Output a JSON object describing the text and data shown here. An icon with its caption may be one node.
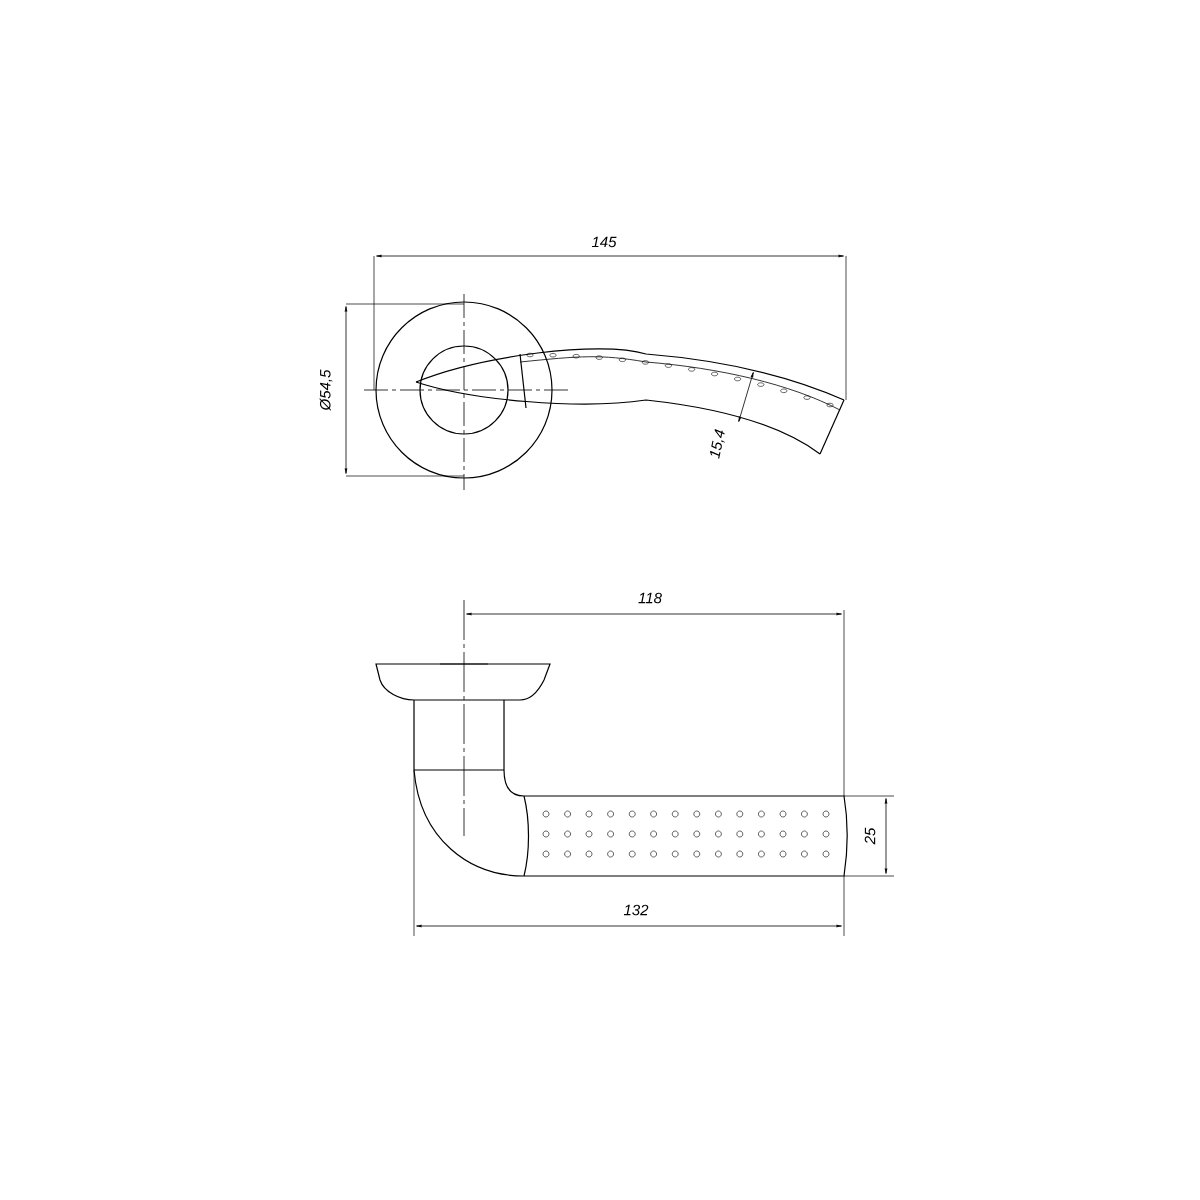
{
  "diagram": {
    "labels": [
      "145",
      "Ø54,5",
      "15,4",
      "118",
      "25",
      "132"
    ]
  }
}
